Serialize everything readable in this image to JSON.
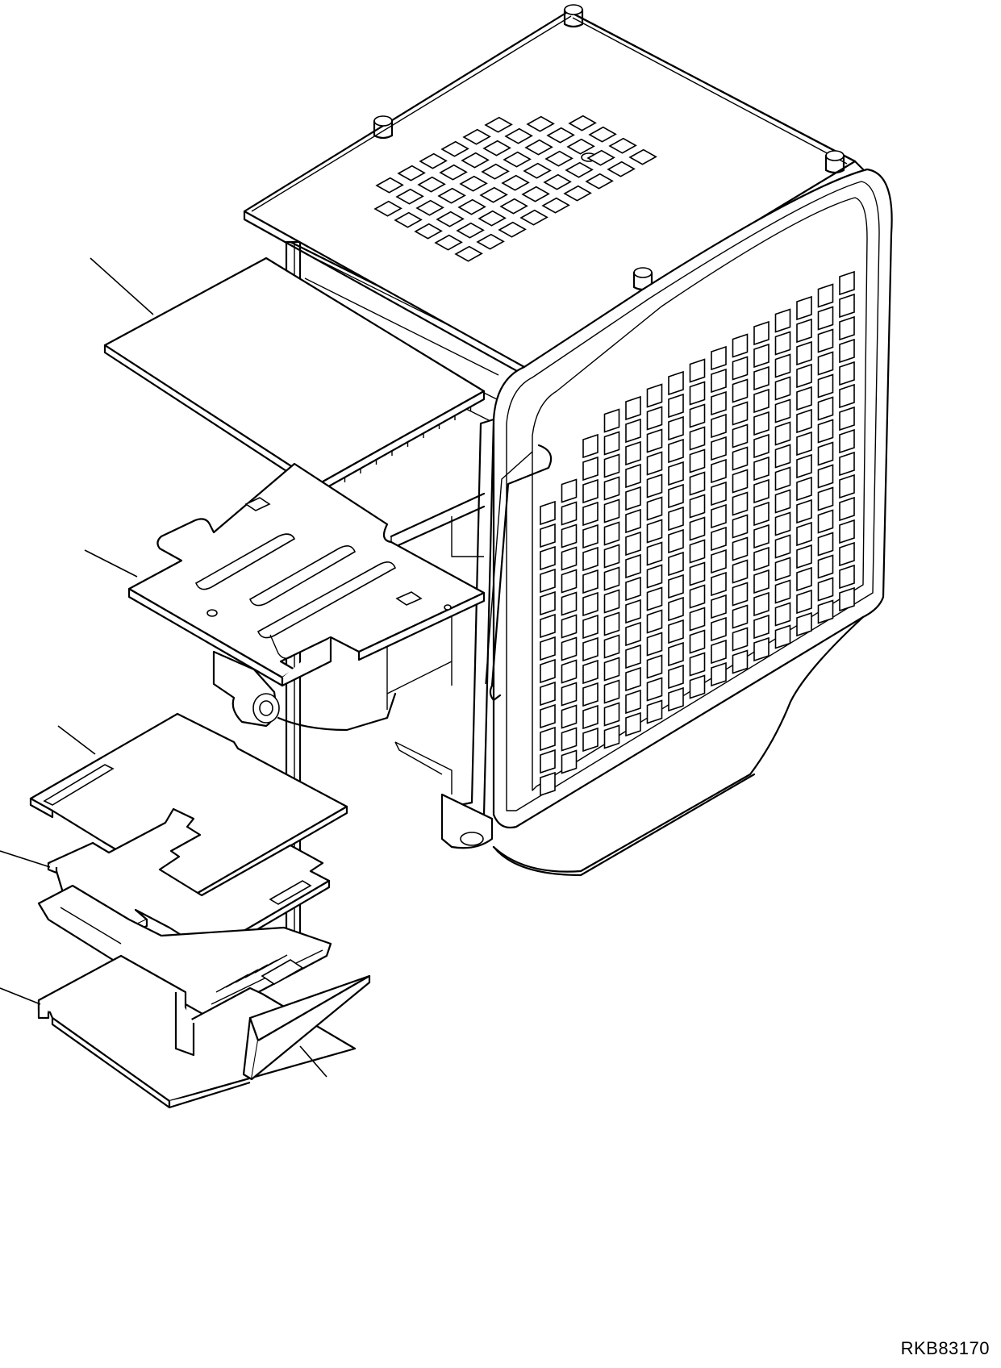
{
  "drawing": {
    "code": "RKB83170"
  },
  "parts": [
    {
      "id": "roof-lining-panel"
    },
    {
      "id": "floor-plate"
    },
    {
      "id": "floor-mat-upper"
    },
    {
      "id": "floor-mat-middle"
    },
    {
      "id": "floor-mat-lower"
    },
    {
      "id": "wedge-block"
    }
  ]
}
